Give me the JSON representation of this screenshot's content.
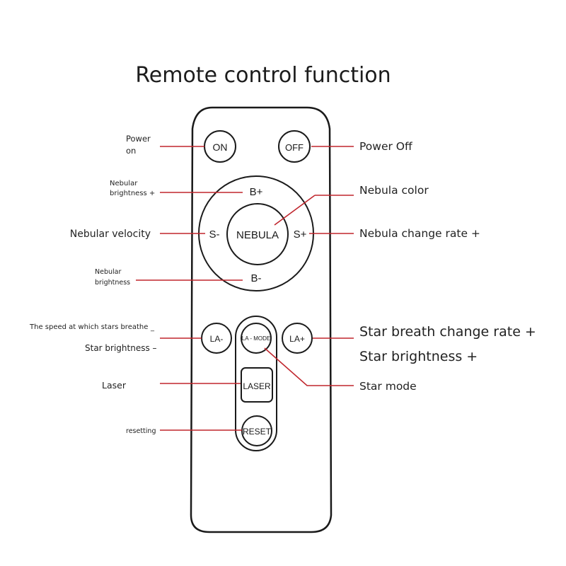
{
  "title": "Remote control function",
  "buttons": {
    "on": "ON",
    "off": "OFF",
    "b_plus": "B+",
    "b_minus": "B-",
    "s_minus": "S-",
    "s_plus": "S+",
    "nebula": "NEBULA",
    "la_minus": "LA-",
    "la_mode": "LA - MODE",
    "la_plus": "LA+",
    "laser": "LASER",
    "reset": "RESET"
  },
  "labels": {
    "power_on_line1": "Power",
    "power_on_line2": "on",
    "power_off": "Power Off",
    "nebular_brightness_plus_line1": "Nebular",
    "nebular_brightness_plus_line2": "brightness +",
    "nebula_color": "Nebula color",
    "nebular_velocity": "Nebular velocity",
    "nebula_change_rate": "Nebula change rate +",
    "nebular_brightness_minus_line1": "Nebular",
    "nebular_brightness_minus_line2": "brightness",
    "star_breathe_speed": "The speed at which stars breathe",
    "star_breathe_dash": "_",
    "star_brightness_minus": "Star brightness –",
    "star_breath_change_rate": "Star breath change rate +",
    "star_brightness_plus": "Star brightness +",
    "laser": "Laser",
    "star_mode": "Star mode",
    "resetting": "resetting"
  },
  "colors": {
    "leader_lines": "#c0262d",
    "outline": "#1a1a1a"
  }
}
